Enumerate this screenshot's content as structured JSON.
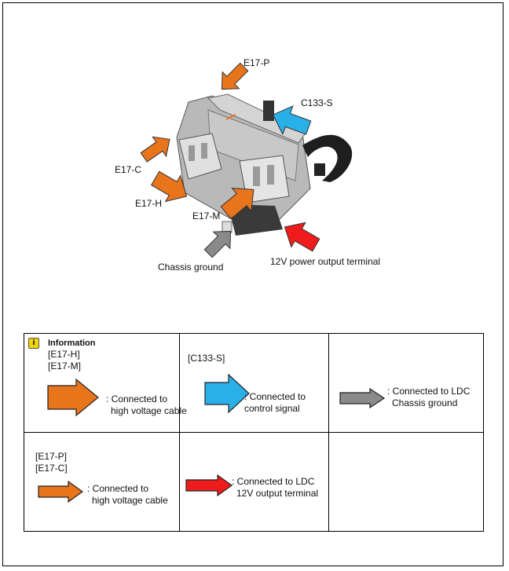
{
  "callouts": {
    "e17p": "E17-P",
    "c133s": "C133-S",
    "e17c": "E17-C",
    "e17h": "E17-H",
    "e17m": "E17-M",
    "chassis_ground": "Chassis ground",
    "power_output": "12V power output terminal"
  },
  "legend": {
    "info_title": "Information",
    "cell1_codes": [
      "[E17-H]",
      "[E17-M]"
    ],
    "cell1_desc": [
      ": Connected to",
      "high voltage cable"
    ],
    "cell2_code": "[C133-S]",
    "cell2_desc": [
      ": Connected to",
      "control signal"
    ],
    "cell3_desc": [
      ": Connected to LDC",
      "Chassis ground"
    ],
    "cell4_codes": [
      "[E17-P]",
      "[E17-C]"
    ],
    "cell4_desc": [
      ": Connected to",
      "high voltage cable"
    ],
    "cell5_desc": [
      ": Connected to LDC",
      "12V output terminal"
    ]
  },
  "colors": {
    "orange": "#e8741c",
    "blue": "#2ab0e8",
    "gray": "#8a8a8a",
    "red": "#ee1c1c"
  },
  "icons": {
    "info": "info-icon"
  }
}
